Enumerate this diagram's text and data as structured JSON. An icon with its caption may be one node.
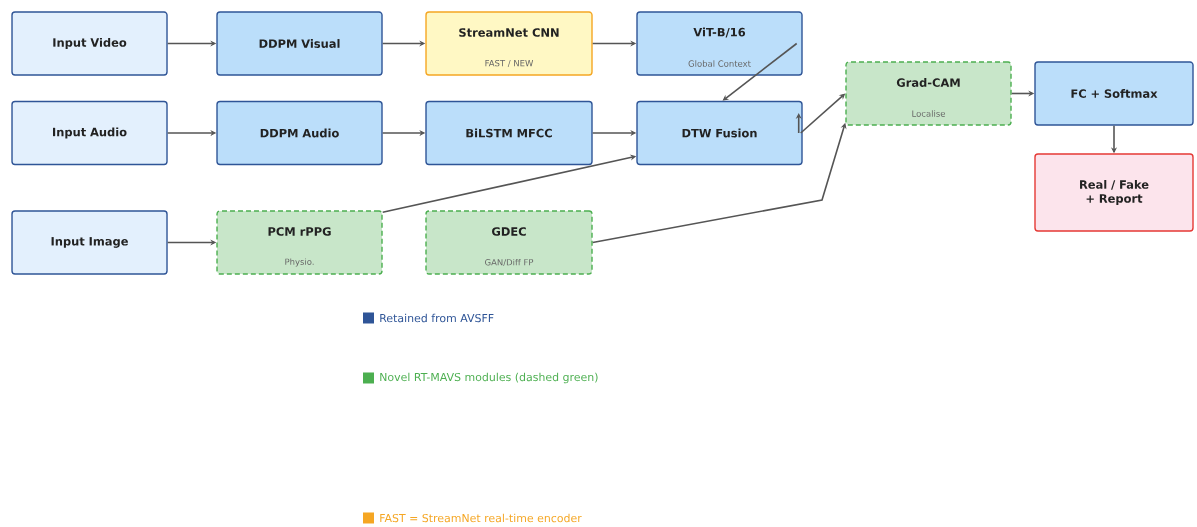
{
  "diagram": {
    "nodes": [
      {
        "text": [
          "Input Video"
        ]
      },
      {
        "text": [
          "DDPM Visual"
        ]
      },
      {
        "text": [
          "StreamNet CNN",
          "FAST / NEW"
        ]
      },
      {
        "text": [
          "ViT-B/16",
          "Global Context"
        ]
      },
      {
        "text": [
          "Grad-CAM",
          "Localise"
        ]
      },
      {
        "text": [
          "FC + Softmax"
        ]
      },
      {
        "text": [
          "Input Audio"
        ]
      },
      {
        "text": [
          "DDPM Audio"
        ]
      },
      {
        "text": [
          "BiLSTM MFCC"
        ]
      },
      {
        "text": [
          "DTW Fusion"
        ]
      },
      {
        "text": [
          "Real / Fake + Report"
        ]
      },
      {
        "text": [
          "Input Image"
        ]
      },
      {
        "text": [
          "PCM rPPG",
          "Physio."
        ]
      },
      {
        "text": [
          "GDEC",
          "GAN/Diff FP"
        ]
      }
    ],
    "edges": [
      {
        "from": 0,
        "to": 1,
        "arrow": "to"
      },
      {
        "from": 1,
        "to": 2,
        "arrow": "to"
      },
      {
        "from": 2,
        "to": 3,
        "arrow": "to"
      },
      {
        "from": 3,
        "to": 9,
        "arrow": "to"
      },
      {
        "from": 6,
        "to": 7,
        "arrow": "to"
      },
      {
        "from": 7,
        "to": 8,
        "arrow": "to"
      },
      {
        "from": 8,
        "to": 9,
        "arrow": "to"
      },
      {
        "from": 11,
        "to": 12,
        "arrow": "to"
      },
      {
        "from": 12,
        "to": 9,
        "arrow": "to"
      },
      {
        "from": 13,
        "to": 4,
        "arrow": "to"
      },
      {
        "from": 9,
        "to": null,
        "arrow": "to"
      },
      {
        "from": 9,
        "to": 4,
        "arrow": "to"
      },
      {
        "from": 4,
        "to": 5,
        "arrow": "to"
      },
      {
        "from": 5,
        "to": 10,
        "arrow": "to"
      }
    ],
    "legend": [
      {
        "text": "Retained from AVSFF",
        "color": "#2f5597"
      },
      {
        "text": "Novel RT-MAVS modules (dashed green)",
        "color": "#4caf50"
      },
      {
        "text": "FAST = StreamNet real-time encoder",
        "color": "#f5a623"
      }
    ]
  }
}
